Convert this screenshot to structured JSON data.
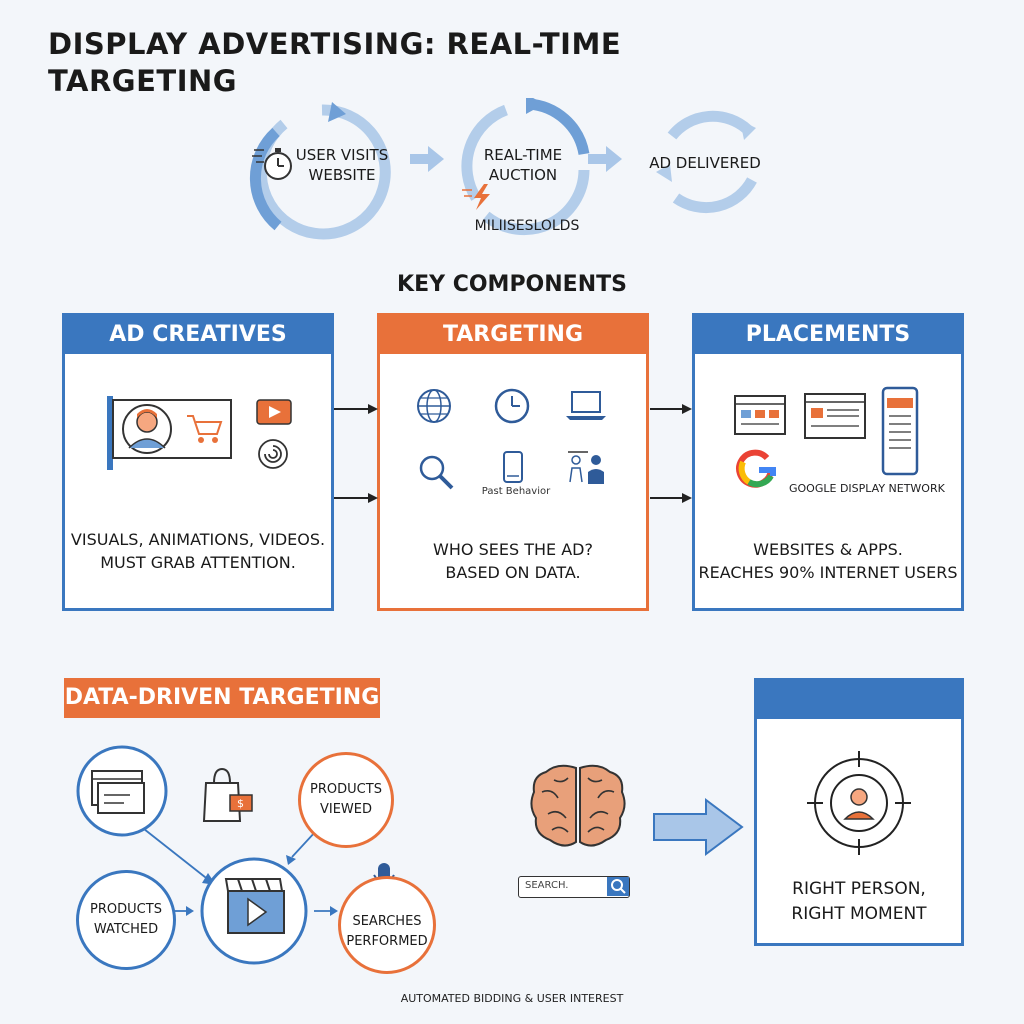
{
  "title": "DISPLAY ADVERTISING: REAL-TIME TARGETING",
  "process": {
    "steps": [
      {
        "label_line1": "USER VISITS",
        "label_line2": "WEBSITE"
      },
      {
        "label_line1": "REAL-TIME",
        "label_line2": "AUCTION"
      },
      {
        "label_line1": "AD DELIVERED",
        "label_line2": ""
      }
    ],
    "auction_note": "MILIISESLOLDS"
  },
  "key_components": {
    "heading": "KEY COMPONENTS",
    "cards": [
      {
        "header": "AD CREATIVES",
        "text_line1": "VISUALS, ANIMATIONS, VIDEOS.",
        "text_line2": "MUST GRAB ATTENTION."
      },
      {
        "header": "TARGETING",
        "text_line1": "WHO SEES THE AD?",
        "text_line2": "BASED ON DATA.",
        "icon_caption": "Past Behavior"
      },
      {
        "header": "PLACEMENTS",
        "text_line1": "WEBSITES & APPS.",
        "text_line2": "REACHES 90% INTERNET USERS",
        "network_label": "GOOGLE DISPLAY NETWORK"
      }
    ]
  },
  "data_driven": {
    "heading": "DATA-DRIVEN TARGETING",
    "nodes": {
      "products_viewed": [
        "PRODUCTS",
        "VIEWED"
      ],
      "products_watched": [
        "PRODUCTS",
        "WATCHED"
      ],
      "searches_performed": [
        "SEARCHES",
        "PERFORMED"
      ]
    },
    "search_placeholder": "SEARCH.",
    "result_line1": "RIGHT PERSON,",
    "result_line2": "RIGHT MOMENT"
  },
  "footer": "AUTOMATED BIDDING & USER INTEREST",
  "colors": {
    "blue": "#3a77bf",
    "light_blue": "#a9c6e8",
    "orange": "#e8713a",
    "background": "#f3f6fa"
  }
}
